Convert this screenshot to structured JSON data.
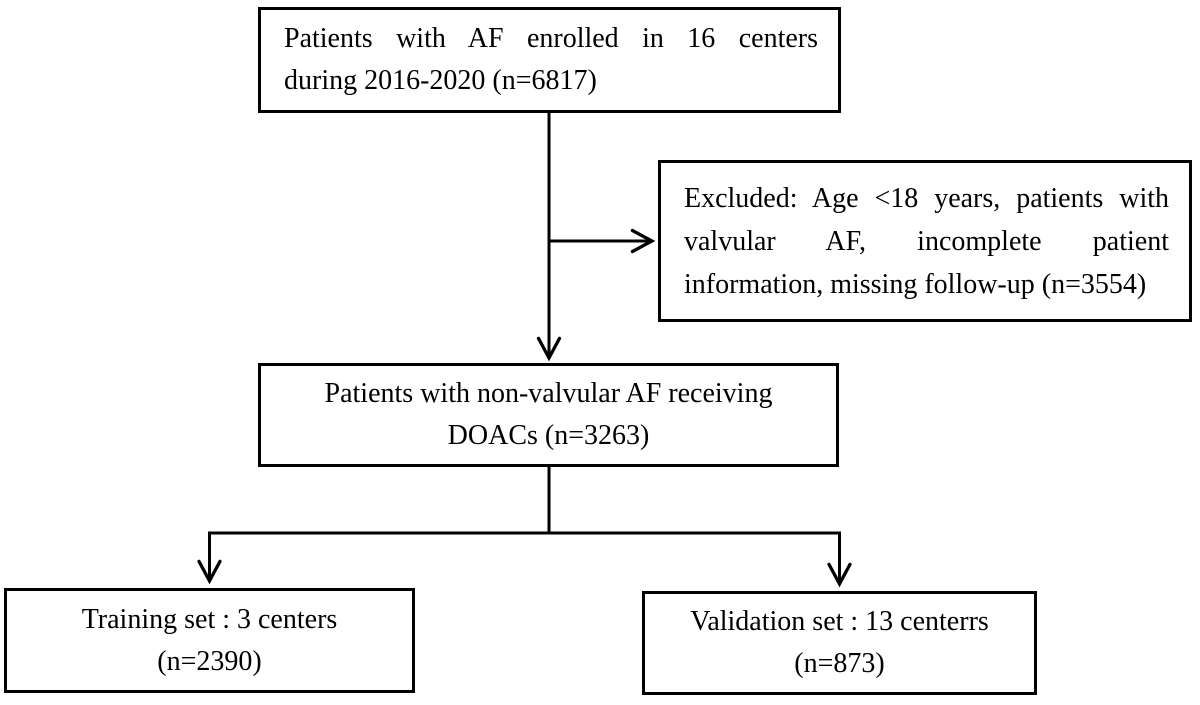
{
  "figure": {
    "kind": "patient-selection-flowchart",
    "background_color": "#ffffff",
    "box_border_color": "#000000",
    "text_color": "#000000",
    "connector_color": "#000000"
  },
  "boxes": {
    "enrolled": {
      "line1": "Patients with AF enrolled in 16 centers",
      "line2": "during 2016-2020 (n=6817)",
      "n": 6817
    },
    "excluded": {
      "line1": "Excluded: Age <18 years, patients with",
      "line2": "valvular AF, incomplete patient",
      "line3": "information, missing follow-up (n=3554)",
      "n": 3554
    },
    "nonvalvular": {
      "line1": "Patients with non-valvular AF receiving",
      "line2": "DOACs (n=3263)",
      "n": 3263
    },
    "training": {
      "line1": "Training set : 3 centers",
      "line2": "(n=2390)",
      "n": 2390
    },
    "validation": {
      "line1": "Validation set : 13 centerrs",
      "line2": "(n=873)",
      "n": 873
    }
  }
}
